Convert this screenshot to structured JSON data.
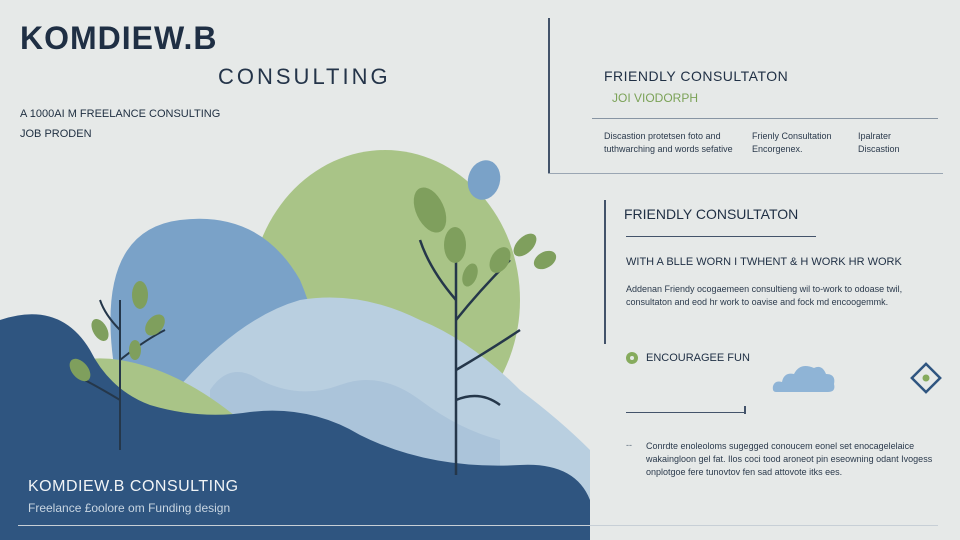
{
  "brand": {
    "title": "KOMDIEW.B",
    "subtitle": "CONSULTING",
    "tagline_line1": "A 1000AI M  FREELANCE CONSULTING",
    "tagline_line2": "JOB PRODEN"
  },
  "card1": {
    "title": "FRIENDLY CONSULTATON",
    "subtitle": "JOI VIODORPH",
    "col1": "Discastion protetsen foto and tuthwarching and words sefative",
    "col2": "Frienly Consultation Encorgenex.",
    "col3": "Ipalrater Discastion"
  },
  "card2": {
    "title": "FRIENDLY CONSULTATON",
    "heading": "WITH A BLLE WORN I TWHENT & H WORK HR WORK",
    "body": "Addenan Friendy ocogaemeen consultieng wil to-work to odoase twil, consultaton and eod hr work to oavise and fock md encoogemmk.",
    "encourage_label": "ENCOURAGEE FUN"
  },
  "notes": {
    "dash": "--",
    "body": "Conrdte enoleoloms sugegged conoucem eonel set enocagelelaice wakaingloon gel fat. Ilos coci tood aroneot pin eseowning odant Ivogess onplotgoe fere tunovtov fen sad attovote itks ees."
  },
  "footer": {
    "brand": "KOMDIEW.B    CONSULTING",
    "sub": "Freelance £oolore om Funding design"
  },
  "icons": [
    "cloud-icon",
    "diamond-icon",
    "leaf-icon"
  ],
  "colors": {
    "navy": "#2f5580",
    "blue": "#7aa2c8",
    "green": "#9fbd7c",
    "background": "#e6e9e8"
  }
}
